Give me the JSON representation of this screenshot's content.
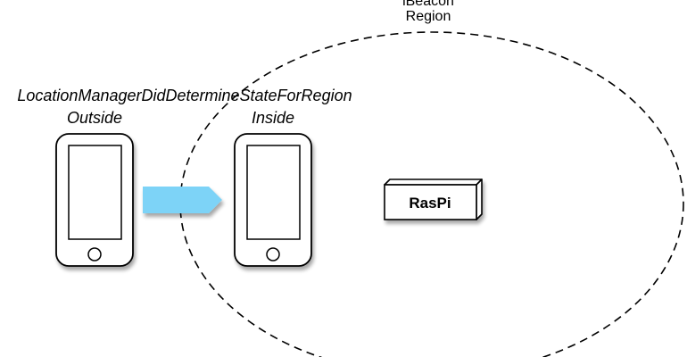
{
  "region": {
    "label_line1": "iBeacon",
    "label_line2": "Region"
  },
  "callback": {
    "label": "LocationManagerDidDetermineStateForRegion"
  },
  "phones": [
    {
      "state": "Outside"
    },
    {
      "state": "Inside"
    }
  ],
  "device": {
    "label": "RasPi"
  },
  "colors": {
    "arrow": "#7dd3f7",
    "outline": "#000000",
    "background": "#ffffff"
  },
  "icons": {
    "phone": "phone-icon",
    "arrow": "arrow-right-icon",
    "box": "box-3d-icon"
  }
}
